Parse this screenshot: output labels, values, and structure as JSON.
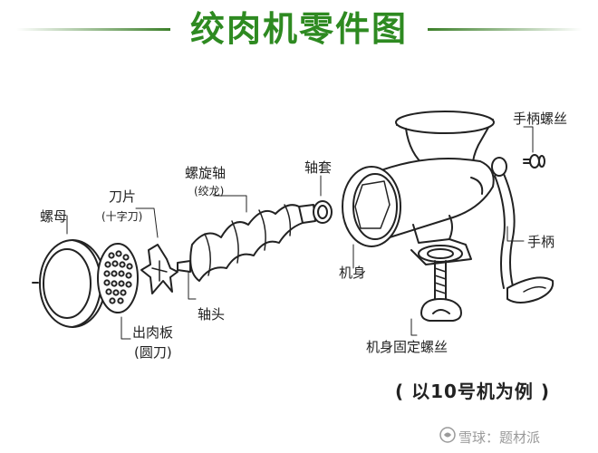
{
  "title": "绞肉机零件图",
  "labels": {
    "handle_screw": "手柄螺丝",
    "worm_shaft": "螺旋轴",
    "worm_shaft_sub": "(绞龙)",
    "shaft_sleeve": "轴套",
    "blade": "刀片",
    "blade_sub": "(十字刀)",
    "nut": "螺母",
    "handle": "手柄",
    "body": "机身",
    "shaft_head": "轴头",
    "plate": "出肉板",
    "plate_sub": "(圆刀)",
    "clamp_screw": "机身固定螺丝"
  },
  "note": "( 以10号机为例 )",
  "watermark": "雪球：题材派",
  "colors": {
    "title": "#2e8a21",
    "line": "#3c7f2a",
    "stroke": "#222222"
  }
}
